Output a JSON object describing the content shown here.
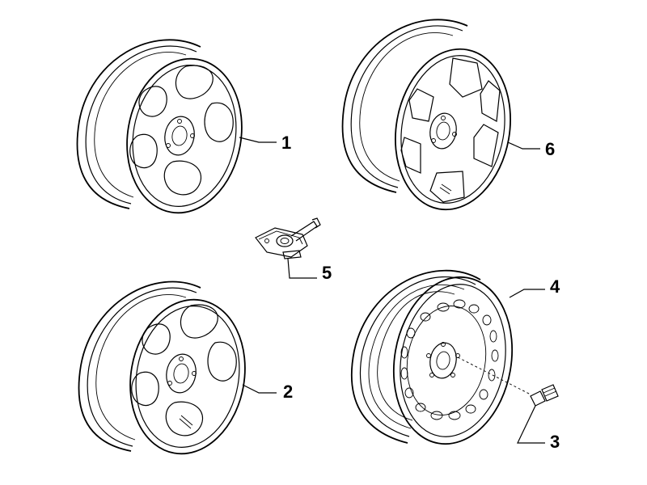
{
  "diagram": {
    "parts": [
      {
        "id": "1",
        "label": "1",
        "icon": "alloy-wheel-icon"
      },
      {
        "id": "6",
        "label": "6",
        "icon": "alloy-wheel-icon"
      },
      {
        "id": "5",
        "label": "5",
        "icon": "tpms-sensor-icon"
      },
      {
        "id": "2",
        "label": "2",
        "icon": "alloy-wheel-icon"
      },
      {
        "id": "4",
        "label": "4",
        "icon": "steel-wheel-icon"
      },
      {
        "id": "3",
        "label": "3",
        "icon": "wheel-bolt-icon"
      }
    ],
    "colors": {
      "line": "#000000",
      "background": "#ffffff"
    }
  }
}
